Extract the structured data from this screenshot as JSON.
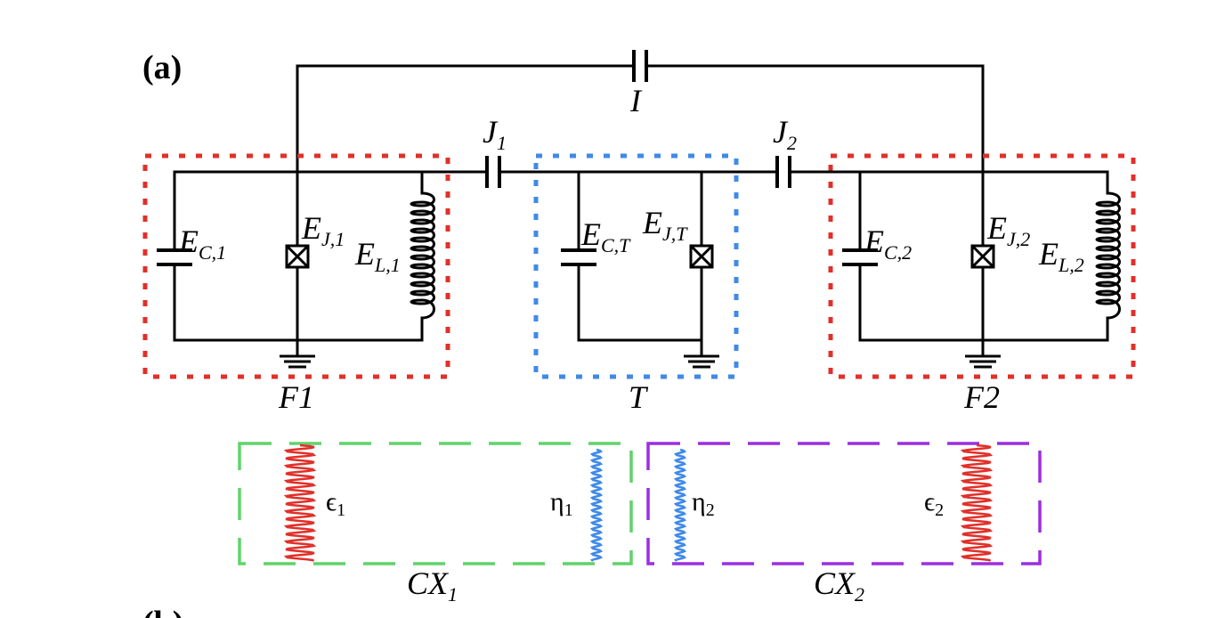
{
  "panel_label": "(a)",
  "panel_label_next": "(b)",
  "couplers": {
    "I": "I",
    "J1": {
      "base": "J",
      "sub": "1"
    },
    "J2": {
      "base": "J",
      "sub": "2"
    }
  },
  "fluxonium_1": {
    "name": "F1",
    "ec": {
      "base": "E",
      "sub": "C,1"
    },
    "ej": {
      "base": "E",
      "sub": "J,1"
    },
    "el": {
      "base": "E",
      "sub": "L,1"
    }
  },
  "transmon": {
    "name": "T",
    "ec": {
      "base": "E",
      "sub": "C,T"
    },
    "ej": {
      "base": "E",
      "sub": "J,T"
    }
  },
  "fluxonium_2": {
    "name": "F2",
    "ec": {
      "base": "E",
      "sub": "C,2"
    },
    "ej": {
      "base": "E",
      "sub": "J,2"
    },
    "el": {
      "base": "E",
      "sub": "L,2"
    }
  },
  "gates": [
    {
      "name": {
        "base": "CX",
        "sub": "1"
      },
      "drive_a": {
        "base": "ϵ",
        "sub": "1"
      },
      "drive_b": {
        "base": "η",
        "sub": "1"
      }
    },
    {
      "name": {
        "base": "CX",
        "sub": "2"
      },
      "drive_a": {
        "base": "η",
        "sub": "2"
      },
      "drive_b": {
        "base": "ϵ",
        "sub": "2"
      }
    }
  ],
  "colors": {
    "fluxonium_box": "#e0302a",
    "transmon_box": "#3f8ae8",
    "cx1_box": "#5fd36a",
    "cx2_box": "#9b2fe0",
    "strong_drive": "#e0302a",
    "weak_drive": "#3f8ae8"
  }
}
